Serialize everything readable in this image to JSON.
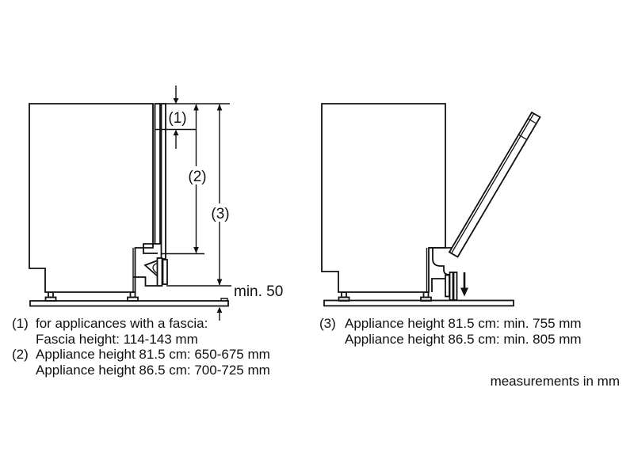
{
  "diagram": {
    "dim_labels": {
      "d1": "(1)",
      "d2": "(2)",
      "d3": "(3)"
    },
    "min_clearance_label": "min. 50",
    "notes": [
      {
        "num": "(1)",
        "lines": [
          "for applicances with a fascia:",
          "Fascia height: 114-143 mm"
        ]
      },
      {
        "num": "(2)",
        "lines": [
          "Appliance height 81.5 cm: 650-675 mm",
          "Appliance height 86.5 cm: 700-725 mm"
        ]
      },
      {
        "num": "(3)",
        "lines": [
          "Appliance height 81.5 cm: min. 755 mm",
          "Appliance height 86.5 cm: min. 805 mm"
        ]
      }
    ],
    "footer_note": "measurements in mm",
    "colors": {
      "line": "#111111",
      "background": "#ffffff"
    }
  }
}
